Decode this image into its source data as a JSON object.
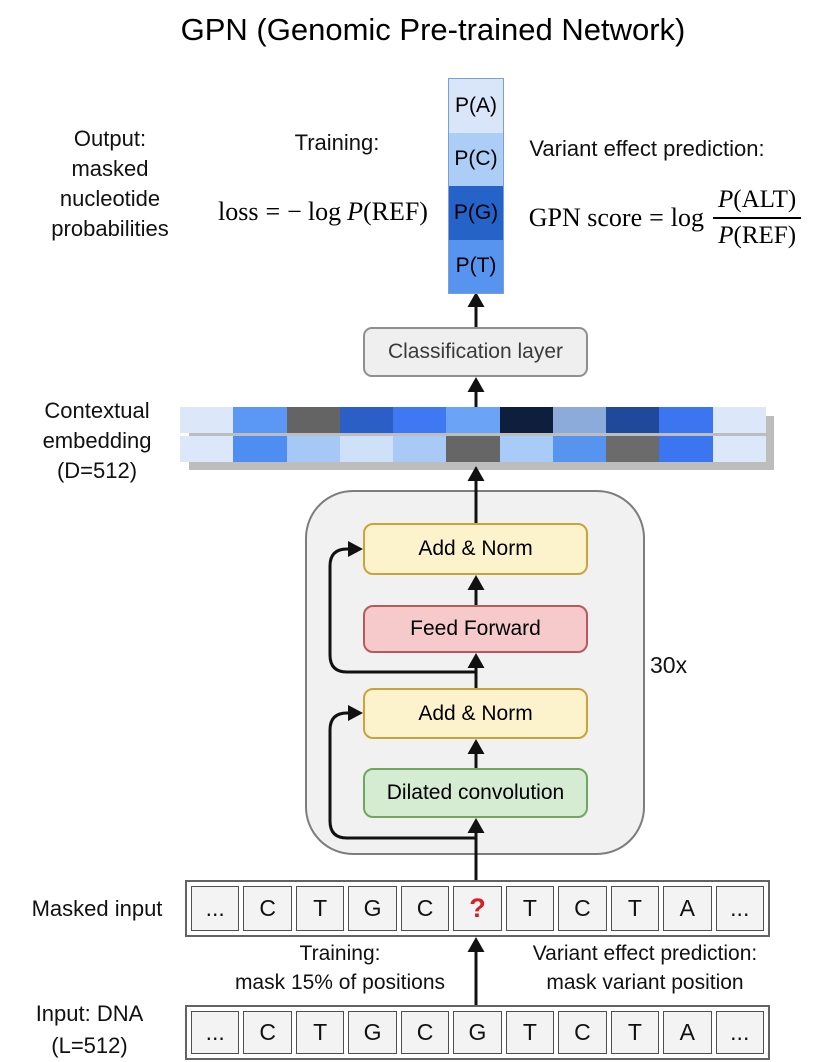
{
  "title": "GPN (Genomic Pre-trained Network)",
  "output_label": {
    "lines": [
      "Output:",
      "masked",
      "nucleotide",
      "probabilities"
    ]
  },
  "training": {
    "heading": "Training:",
    "formula": {
      "lhs": "loss",
      "eq": "=",
      "neg": "−",
      "log": "log",
      "p": "P",
      "arg": "(REF)"
    }
  },
  "vep": {
    "heading": "Variant effect prediction:",
    "formula": {
      "lhs": "GPN score",
      "eq": "=",
      "log": "log",
      "num_p": "P",
      "num_arg": "(ALT)",
      "den_p": "P",
      "den_arg": "(REF)"
    }
  },
  "prob_column": {
    "cells": [
      {
        "label": "P(A)",
        "color": "#d9e6f9"
      },
      {
        "label": "P(C)",
        "color": "#abcdf6"
      },
      {
        "label": "P(G)",
        "color": "#2563c9"
      },
      {
        "label": "P(T)",
        "color": "#5794f0"
      }
    ]
  },
  "classification": {
    "label": "Classification layer"
  },
  "embedding": {
    "label_lines": [
      "Contextual",
      "embedding",
      "(D=512)"
    ],
    "rows": [
      {
        "colors": [
          "#dce7fa",
          "#5b97f5",
          "#646464",
          "#2b5fc7",
          "#3e78f2",
          "#6ba3f6",
          "#0d1f3c",
          "#8caada",
          "#20489b",
          "#3b76f0",
          "#dce7fa"
        ]
      },
      {
        "colors": [
          "#dce7fa",
          "#4e8df2",
          "#a6c8f6",
          "#cfe0f9",
          "#a9caf6",
          "#666666",
          "#a9cbf7",
          "#5794f0",
          "#6b6b6b",
          "#3b76f0",
          "#dce7fa"
        ]
      }
    ]
  },
  "encoder": {
    "repeat_label": "30x",
    "blocks": [
      {
        "label": "Add & Norm",
        "fill": "#fcf3cd",
        "border": "#c8a43c"
      },
      {
        "label": "Feed Forward",
        "fill": "#f6caca",
        "border": "#b65a60"
      },
      {
        "label": "Add & Norm",
        "fill": "#fcf3cd",
        "border": "#c8a43c"
      },
      {
        "label": "Dilated convolution",
        "fill": "#d6ecd2",
        "border": "#6fa75f"
      }
    ]
  },
  "masked_row": {
    "label": "Masked input",
    "cells": [
      "...",
      "C",
      "T",
      "G",
      "C",
      "?",
      "T",
      "C",
      "T",
      "A",
      "..."
    ],
    "mask_index": 5,
    "mask_color": "#d81f26"
  },
  "mid_labels": {
    "left": [
      "Training:",
      "mask 15% of positions"
    ],
    "right": [
      "Variant effect prediction:",
      "mask variant position"
    ]
  },
  "input_row": {
    "label_lines": [
      "Input: DNA",
      "(L=512)"
    ],
    "cells": [
      "...",
      "C",
      "T",
      "G",
      "C",
      "G",
      "T",
      "C",
      "T",
      "A",
      "..."
    ]
  },
  "colors": {
    "arrow": "#111111",
    "block_fill": "#f1f1f1",
    "block_border": "#7d7d7d",
    "classification_fill": "#efefef",
    "classification_border": "#8f8f8f",
    "cell_fill": "#f3f3f3",
    "cell_border": "#4f4f4f",
    "shadow": "#bdbdbd"
  }
}
